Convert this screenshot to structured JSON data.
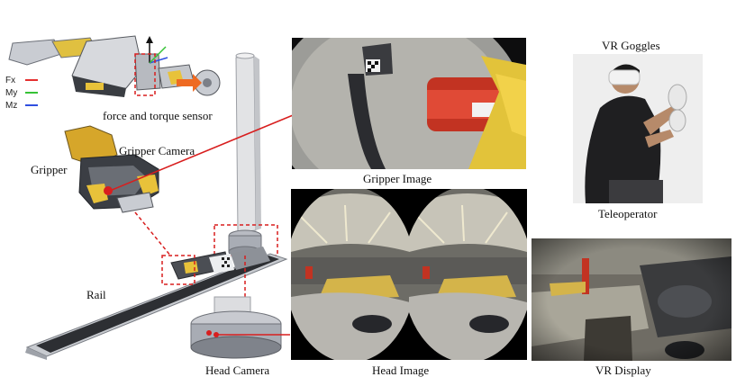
{
  "labels": {
    "force_sensor": "force and torque sensor",
    "gripper_camera": "Gripper Camera",
    "gripper": "Gripper",
    "rail": "Rail",
    "head_camera": "Head Camera",
    "gripper_image": "Gripper Image",
    "head_image": "Head Image",
    "vr_goggles": "VR Goggles",
    "teleoperator": "Teleoperator",
    "vr_display": "VR Display"
  },
  "legend": [
    {
      "name": "Fx",
      "color": "#e53030"
    },
    {
      "name": "My",
      "color": "#36c236"
    },
    {
      "name": "Mz",
      "color": "#2f4fe0"
    }
  ],
  "colors": {
    "callout_red": "#d81e1e",
    "gripper_yellow": "#e8c23a",
    "robot_gray": "#9a9ea6",
    "rail_dark": "#2d2f33"
  }
}
